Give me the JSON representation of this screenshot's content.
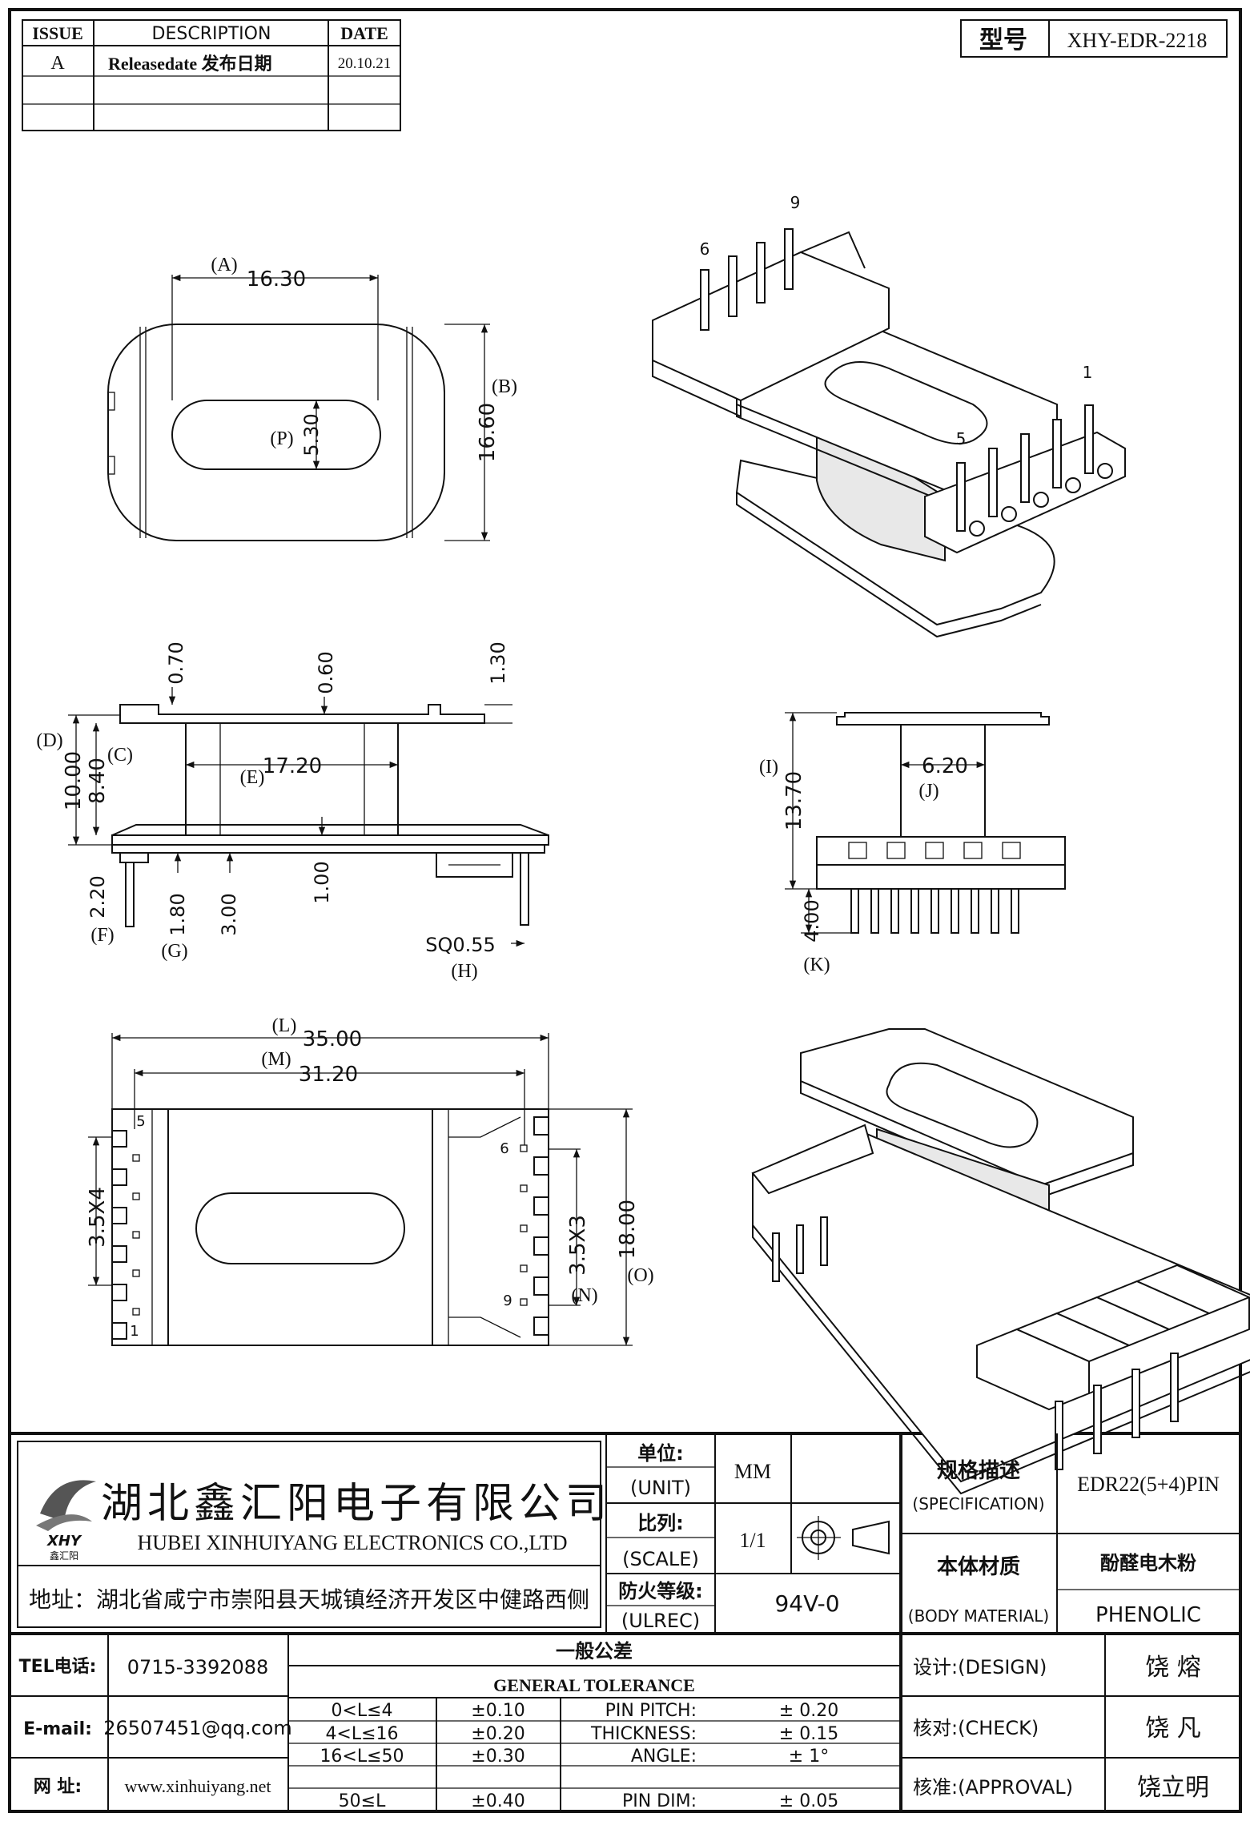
{
  "revision_table": {
    "headers": [
      "ISSUE",
      "DESCRIPTION",
      "DATE"
    ],
    "rows": [
      {
        "issue": "A",
        "description": "Releasedate 发布日期",
        "date": "20.10.21"
      },
      {
        "issue": "",
        "description": "",
        "date": ""
      },
      {
        "issue": "",
        "description": "",
        "date": ""
      }
    ]
  },
  "model": {
    "label": "型号",
    "value": "XHY-EDR-2218"
  },
  "top_view": {
    "dims": {
      "a_letter": "(A)",
      "a_value": "16.30",
      "b_letter": "(B)",
      "b_value": "16.60",
      "p_letter": "(P)",
      "p_value": "5.30"
    }
  },
  "iso_top": {
    "pin_labels": [
      "6",
      "9",
      "1",
      "5"
    ]
  },
  "side_view": {
    "dims": {
      "v070": "0.70",
      "v060": "0.60",
      "v130": "1.30",
      "d_letter": "(D)",
      "d_value": "10.00",
      "c_letter": "(C)",
      "c_value": "8.40",
      "e_letter": "(E)",
      "e_value": "17.20",
      "f_letter": "(F)",
      "f_value": "2.20",
      "g_letter": "(G)",
      "g_value": "1.80",
      "v300": "3.00",
      "v100": "1.00",
      "h_letter": "(H)",
      "h_value": "SQ0.55"
    }
  },
  "front_view": {
    "dims": {
      "i_letter": "(I)",
      "i_value": "13.70",
      "j_letter": "(J)",
      "j_value": "6.20",
      "k_letter": "(K)",
      "k_value": "4.00"
    }
  },
  "bottom_view": {
    "dims": {
      "l_letter": "(L)",
      "l_value": "35.00",
      "m_letter": "(M)",
      "m_value": "31.20",
      "left_pitch": "3.5X4",
      "n_letter": "(N)",
      "n_value": "3.5X3",
      "o_letter": "(O)",
      "o_value": "18.00"
    },
    "pin_labels": [
      "5",
      "1",
      "6",
      "9"
    ]
  },
  "title_block": {
    "company_cn": "湖北鑫汇阳电子有限公司",
    "company_en": "HUBEI XINHUIYANG ELECTRONICS CO.,LTD",
    "logo_text": "XHY",
    "logo_sub": "鑫汇阳",
    "address": "地址：湖北省咸宁市崇阳县天城镇经济开发区中健路西侧",
    "unit_label": "单位:",
    "unit_label_en": "(UNIT)",
    "unit_value": "MM",
    "scale_label": "比列:",
    "scale_label_en": "(SCALE)",
    "scale_value": "1/1",
    "ulrec_label": "防火等级:",
    "ulrec_label_en": "(ULREC)",
    "ulrec_value": "94V-0",
    "spec_label": "规格描述",
    "spec_label_en": "(SPECIFICATION)",
    "spec_value": "EDR22(5+4)PIN",
    "material_label": "本体材质",
    "material_label_en": "(BODY MATERIAL)",
    "material_value_cn": "酚醛电木粉",
    "material_value_en": "PHENOLIC",
    "tel_label": "TEL电话:",
    "tel_value": "0715-3392088",
    "email_label": "E-mail:",
    "email_value": "26507451@qq.com",
    "web_label": "网  址:",
    "web_value": "www.xinhuiyang.net",
    "tolerance_cn": "一般公差",
    "tolerance_en": "GENERAL TOLERANCE",
    "tolerances": [
      {
        "range": "0<L≤4",
        "value": "±0.10"
      },
      {
        "range": "4<L≤16",
        "value": "±0.20"
      },
      {
        "range": "16<L≤50",
        "value": "±0.30"
      },
      {
        "range": "50≤L",
        "value": "±0.40"
      }
    ],
    "pin_tolerances": [
      {
        "label": "PIN PITCH:",
        "value": "±  0.20"
      },
      {
        "label": "THICKNESS:",
        "value": "±  0.15"
      },
      {
        "label": "ANGLE:",
        "value": "±  1°"
      },
      {
        "label": "PIN DIM:",
        "value": "±  0.05"
      }
    ],
    "design_label": "设计:(DESIGN)",
    "design_value": "饶  熔",
    "check_label": "核对:(CHECK)",
    "check_value": "饶  凡",
    "approval_label": "核准:(APPROVAL)",
    "approval_value": "饶立明"
  }
}
